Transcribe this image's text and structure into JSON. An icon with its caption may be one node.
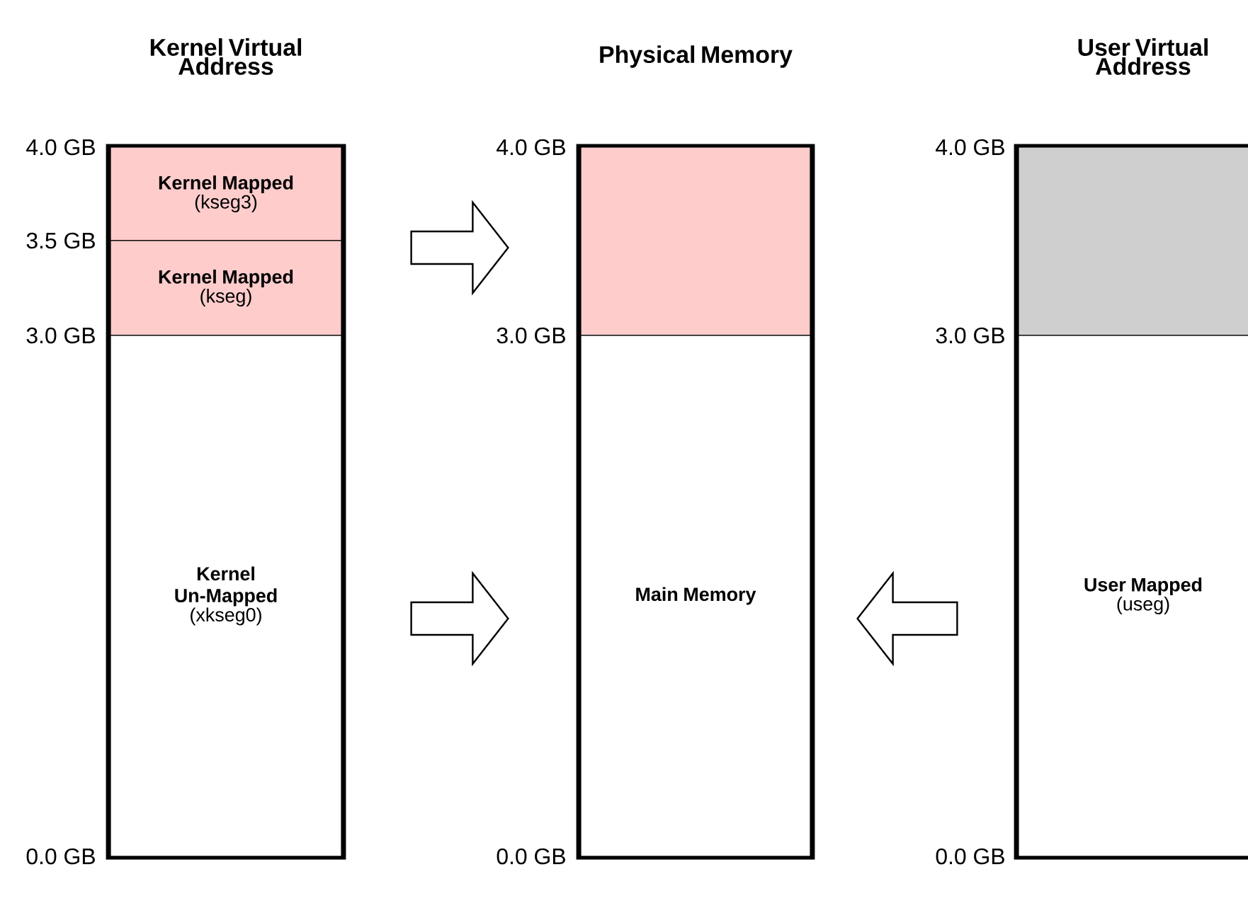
{
  "diagram": {
    "nodes": [
      {
        "text": [
          "Kernel Virtual Address"
        ]
      },
      {
        "text": [
          "Kernel Mapped",
          "(kseg3)"
        ],
        "in": 0
      },
      {
        "text": [
          "Kernel Mapped",
          "(kseg)"
        ],
        "in": 0
      },
      {
        "text": [
          "Kernel Un-Mapped",
          "(xkseg0)"
        ],
        "in": 0
      },
      {
        "text": [
          "Physical Memory"
        ]
      },
      {
        "text": [],
        "shape": "box",
        "in": 4
      },
      {
        "text": [
          "Main Memory"
        ],
        "in": 4
      },
      {
        "text": [
          "User Virtual Address"
        ]
      },
      {
        "text": [],
        "shape": "box",
        "in": 7
      },
      {
        "text": [
          "User Mapped",
          "(useg)"
        ],
        "in": 7
      }
    ],
    "edges": [
      {
        "from": 2,
        "to": 5,
        "arrow": "to"
      },
      {
        "from": 3,
        "to": 6,
        "arrow": "to"
      },
      {
        "from": 9,
        "to": 6,
        "arrow": "to"
      }
    ],
    "labels": [
      "4.0 GB",
      "3.5 GB",
      "3.0 GB",
      "0.0 GB",
      "4.0 GB",
      "3.0 GB",
      "0.0 GB",
      "4.0 GB",
      "3.0 GB",
      "0.0 GB"
    ]
  }
}
